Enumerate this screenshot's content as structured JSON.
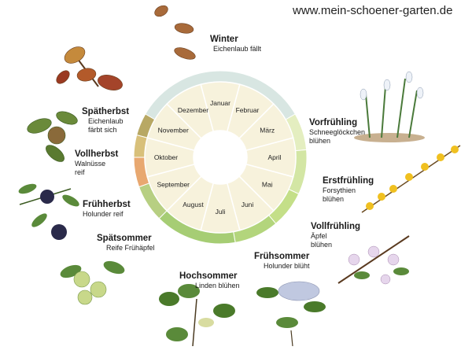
{
  "site_url": "www.mein-schoener-garten.de",
  "seasons": [
    {
      "id": "winter",
      "name": "Winter",
      "desc": [
        "Eichenlaub fällt"
      ],
      "color": "#d8e6e2"
    },
    {
      "id": "vorfruehling",
      "name": "Vorfrühling",
      "desc": [
        "Schneeglöckchen",
        "blühen"
      ],
      "color": "#e4eec0"
    },
    {
      "id": "erstfruehling",
      "name": "Erstfrühling",
      "desc": [
        "Forsythien",
        "blühen"
      ],
      "color": "#d3e6a4"
    },
    {
      "id": "vollfruehling",
      "name": "Vollfrühling",
      "desc": [
        "Äpfel",
        "blühen"
      ],
      "color": "#c4df88"
    },
    {
      "id": "fruehsommer",
      "name": "Frühsommer",
      "desc": [
        "Holunder blüht"
      ],
      "color": "#b3d57c"
    },
    {
      "id": "hochsommer",
      "name": "Hochsommer",
      "desc": [
        "Linden blühen"
      ],
      "color": "#a6cd74"
    },
    {
      "id": "spaetsommer",
      "name": "Spätsommer",
      "desc": [
        "Reife Frühäpfel"
      ],
      "color": "#b7cf82"
    },
    {
      "id": "fruehherbst",
      "name": "Frühherbst",
      "desc": [
        "Holunder reif"
      ],
      "color": "#e8a870"
    },
    {
      "id": "vollherbst",
      "name": "Vollherbst",
      "desc": [
        "Walnüsse",
        "reif"
      ],
      "color": "#d8c07a"
    },
    {
      "id": "spaetherbst",
      "name": "Spätherbst",
      "desc": [
        "Eichenlaub",
        "färbt sich"
      ],
      "color": "#b8a864"
    }
  ],
  "months": [
    "Januar",
    "Februar",
    "März",
    "April",
    "Mai",
    "Juni",
    "Juli",
    "August",
    "September",
    "Oktober",
    "November",
    "Dezember"
  ]
}
